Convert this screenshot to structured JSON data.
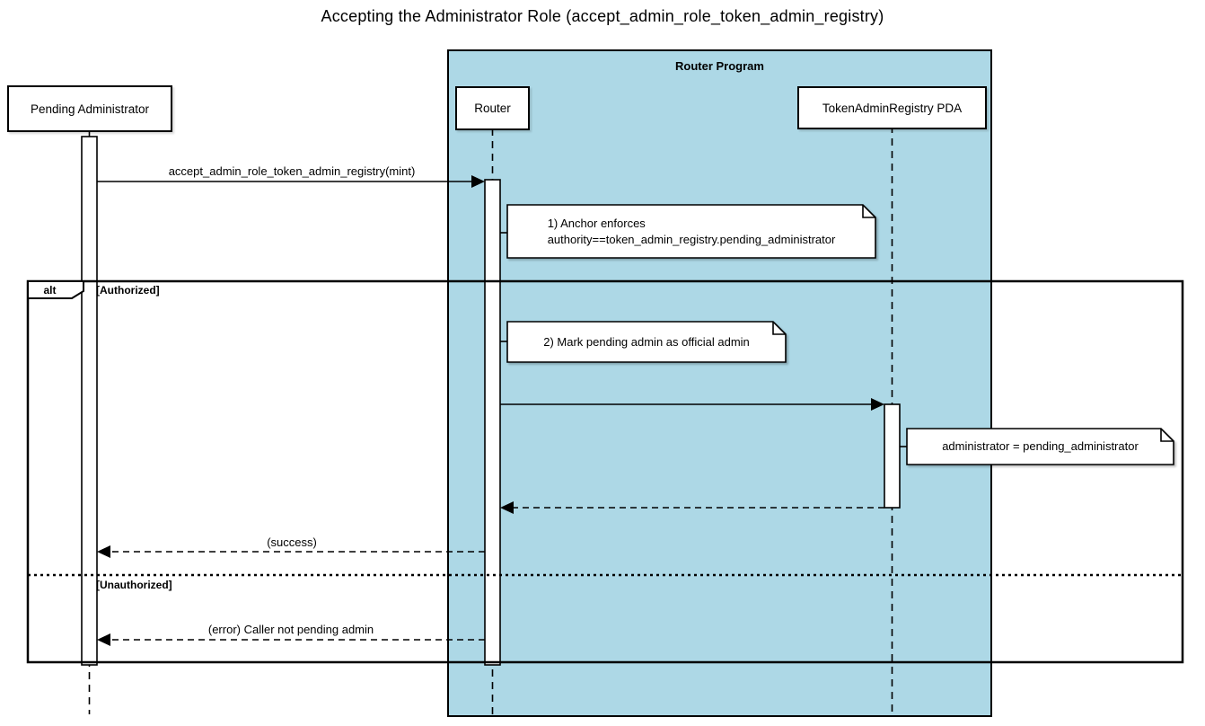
{
  "title": "Accepting the Administrator Role (accept_admin_role_token_admin_registry)",
  "program_frame": {
    "label": "Router Program",
    "bg_color": "#ADD8E6"
  },
  "participants": [
    {
      "label": "Pending Administrator"
    },
    {
      "label": "Router"
    },
    {
      "label": "TokenAdminRegistry PDA"
    }
  ],
  "alt_frame": {
    "operator": "alt",
    "guards": [
      "[Authorized]",
      "[Unauthorized]"
    ]
  },
  "messages": [
    {
      "label": "accept_admin_role_token_admin_registry(mint)",
      "type": "sync-call"
    },
    {
      "label": "",
      "type": "sync-call"
    },
    {
      "label": "",
      "type": "dashed-return"
    },
    {
      "label": "(success)",
      "type": "dashed-return"
    },
    {
      "label": "(error) Caller not pending admin",
      "type": "dashed-return"
    }
  ],
  "notes": [
    {
      "lines": [
        "1) Anchor enforces",
        "authority==token_admin_registry.pending_administrator"
      ]
    },
    {
      "lines": [
        "2) Mark pending admin as official admin"
      ]
    },
    {
      "lines": [
        "administrator = pending_administrator"
      ]
    }
  ],
  "colors": {
    "frame_bg": "#ADD8E6",
    "line": "#000000",
    "note_bg": "#FFFFFF"
  }
}
